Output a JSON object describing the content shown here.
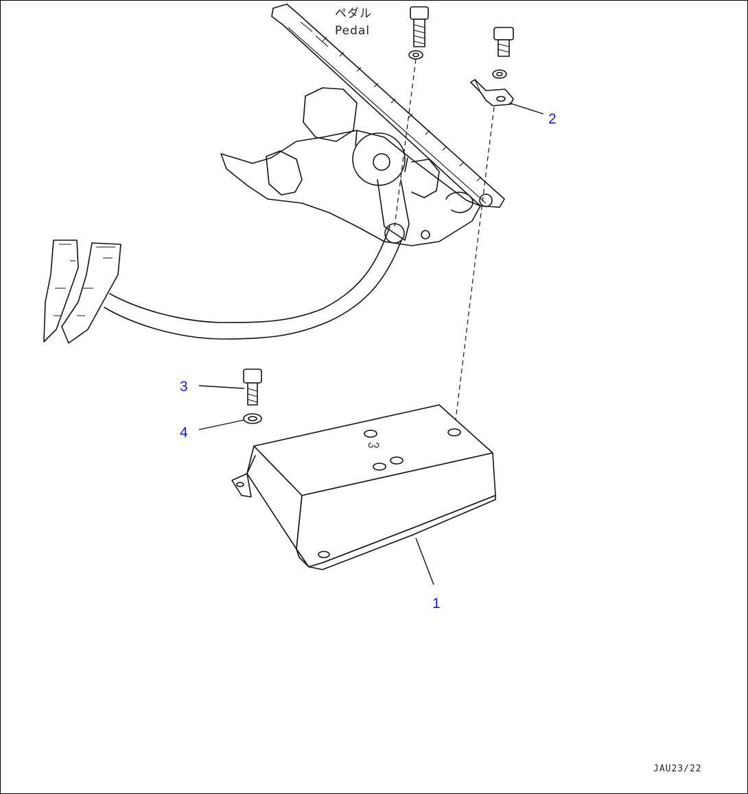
{
  "drawing": {
    "pedal_label_jp": "ペダル",
    "pedal_label_en": "Pedal",
    "drawing_code": "JAU23/22"
  },
  "callouts": [
    {
      "id": "1",
      "label": "1"
    },
    {
      "id": "2",
      "label": "2"
    },
    {
      "id": "3",
      "label": "3"
    },
    {
      "id": "4",
      "label": "4"
    }
  ],
  "colors": {
    "callout": "#1a1acc",
    "line": "#111111",
    "background": "#ffffff"
  }
}
